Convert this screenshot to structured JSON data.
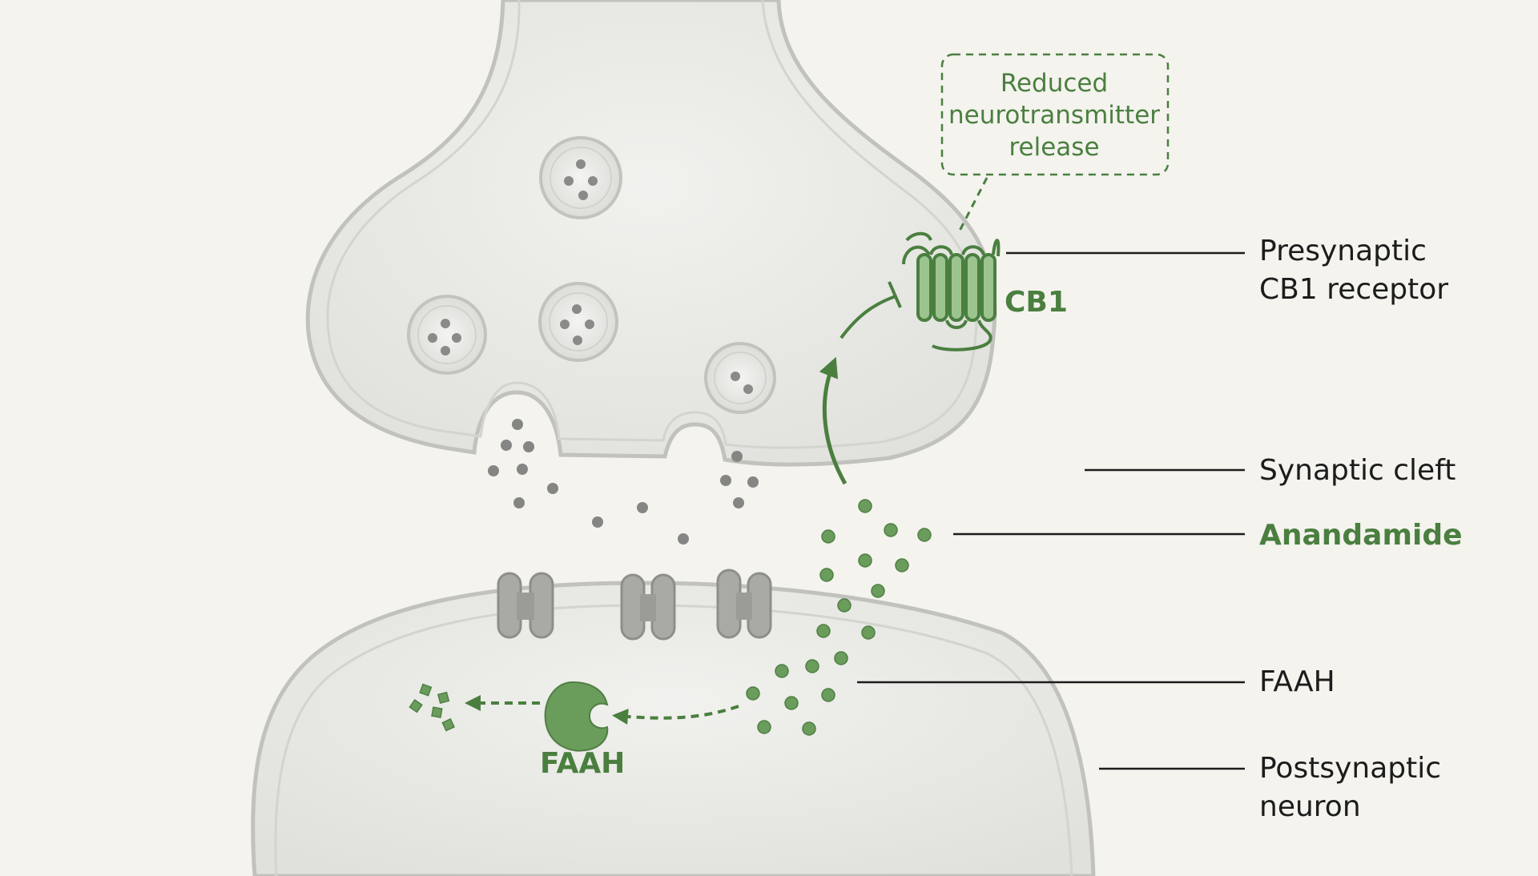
{
  "labels": {
    "presynaptic_line1": "Presynaptic",
    "presynaptic_line2": "CB1 receptor",
    "synaptic_cleft": "Synaptic cleft",
    "anandamide": "Anandamide",
    "faah_right": "FAAH",
    "postsynaptic_line1": "Postsynaptic",
    "postsynaptic_line2": "neuron"
  },
  "inline": {
    "cb1": "CB1",
    "faah": "FAAH"
  },
  "callout": {
    "line1": "Reduced",
    "line2": "neurotransmitter",
    "line3": "release"
  },
  "colors": {
    "background": "#f4f3ee",
    "membrane": "#c9c9c4",
    "cell_fill": "#ebebe7",
    "neurotransmitter": "#8a8a88",
    "accent_green": "#4a7f3f",
    "green_dot": "#6a9c5c"
  },
  "icons": {
    "receptor": "gpcr-7tm-icon",
    "enzyme": "faah-enzyme-icon",
    "channel": "ion-channel-icon",
    "vesicle": "synaptic-vesicle-icon"
  }
}
